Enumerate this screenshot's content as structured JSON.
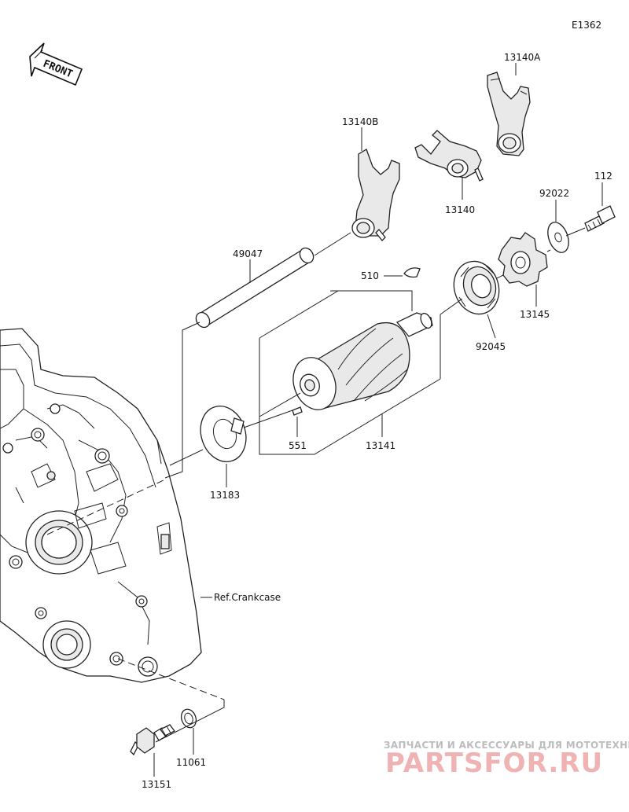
{
  "diagram": {
    "code": "E1362",
    "direction_label": "FRONT",
    "reference_label": "Ref.Crankcase",
    "part_numbers": {
      "fork_a": "13140A",
      "fork_b": "13140B",
      "fork": "13140",
      "shaft": "49047",
      "bolt": "112",
      "washer": "92022",
      "key": "510",
      "bearing": "92045",
      "holder": "13145",
      "drum": "13141",
      "pin": "551",
      "plate": "13183",
      "switch": "13151",
      "gasket": "11061"
    }
  },
  "watermark": {
    "tagline": "ЗАПЧАСТИ И АКСЕССУАРЫ ДЛЯ МОТОТЕХНИКИ",
    "brand": "PARTSFOR.RU"
  }
}
